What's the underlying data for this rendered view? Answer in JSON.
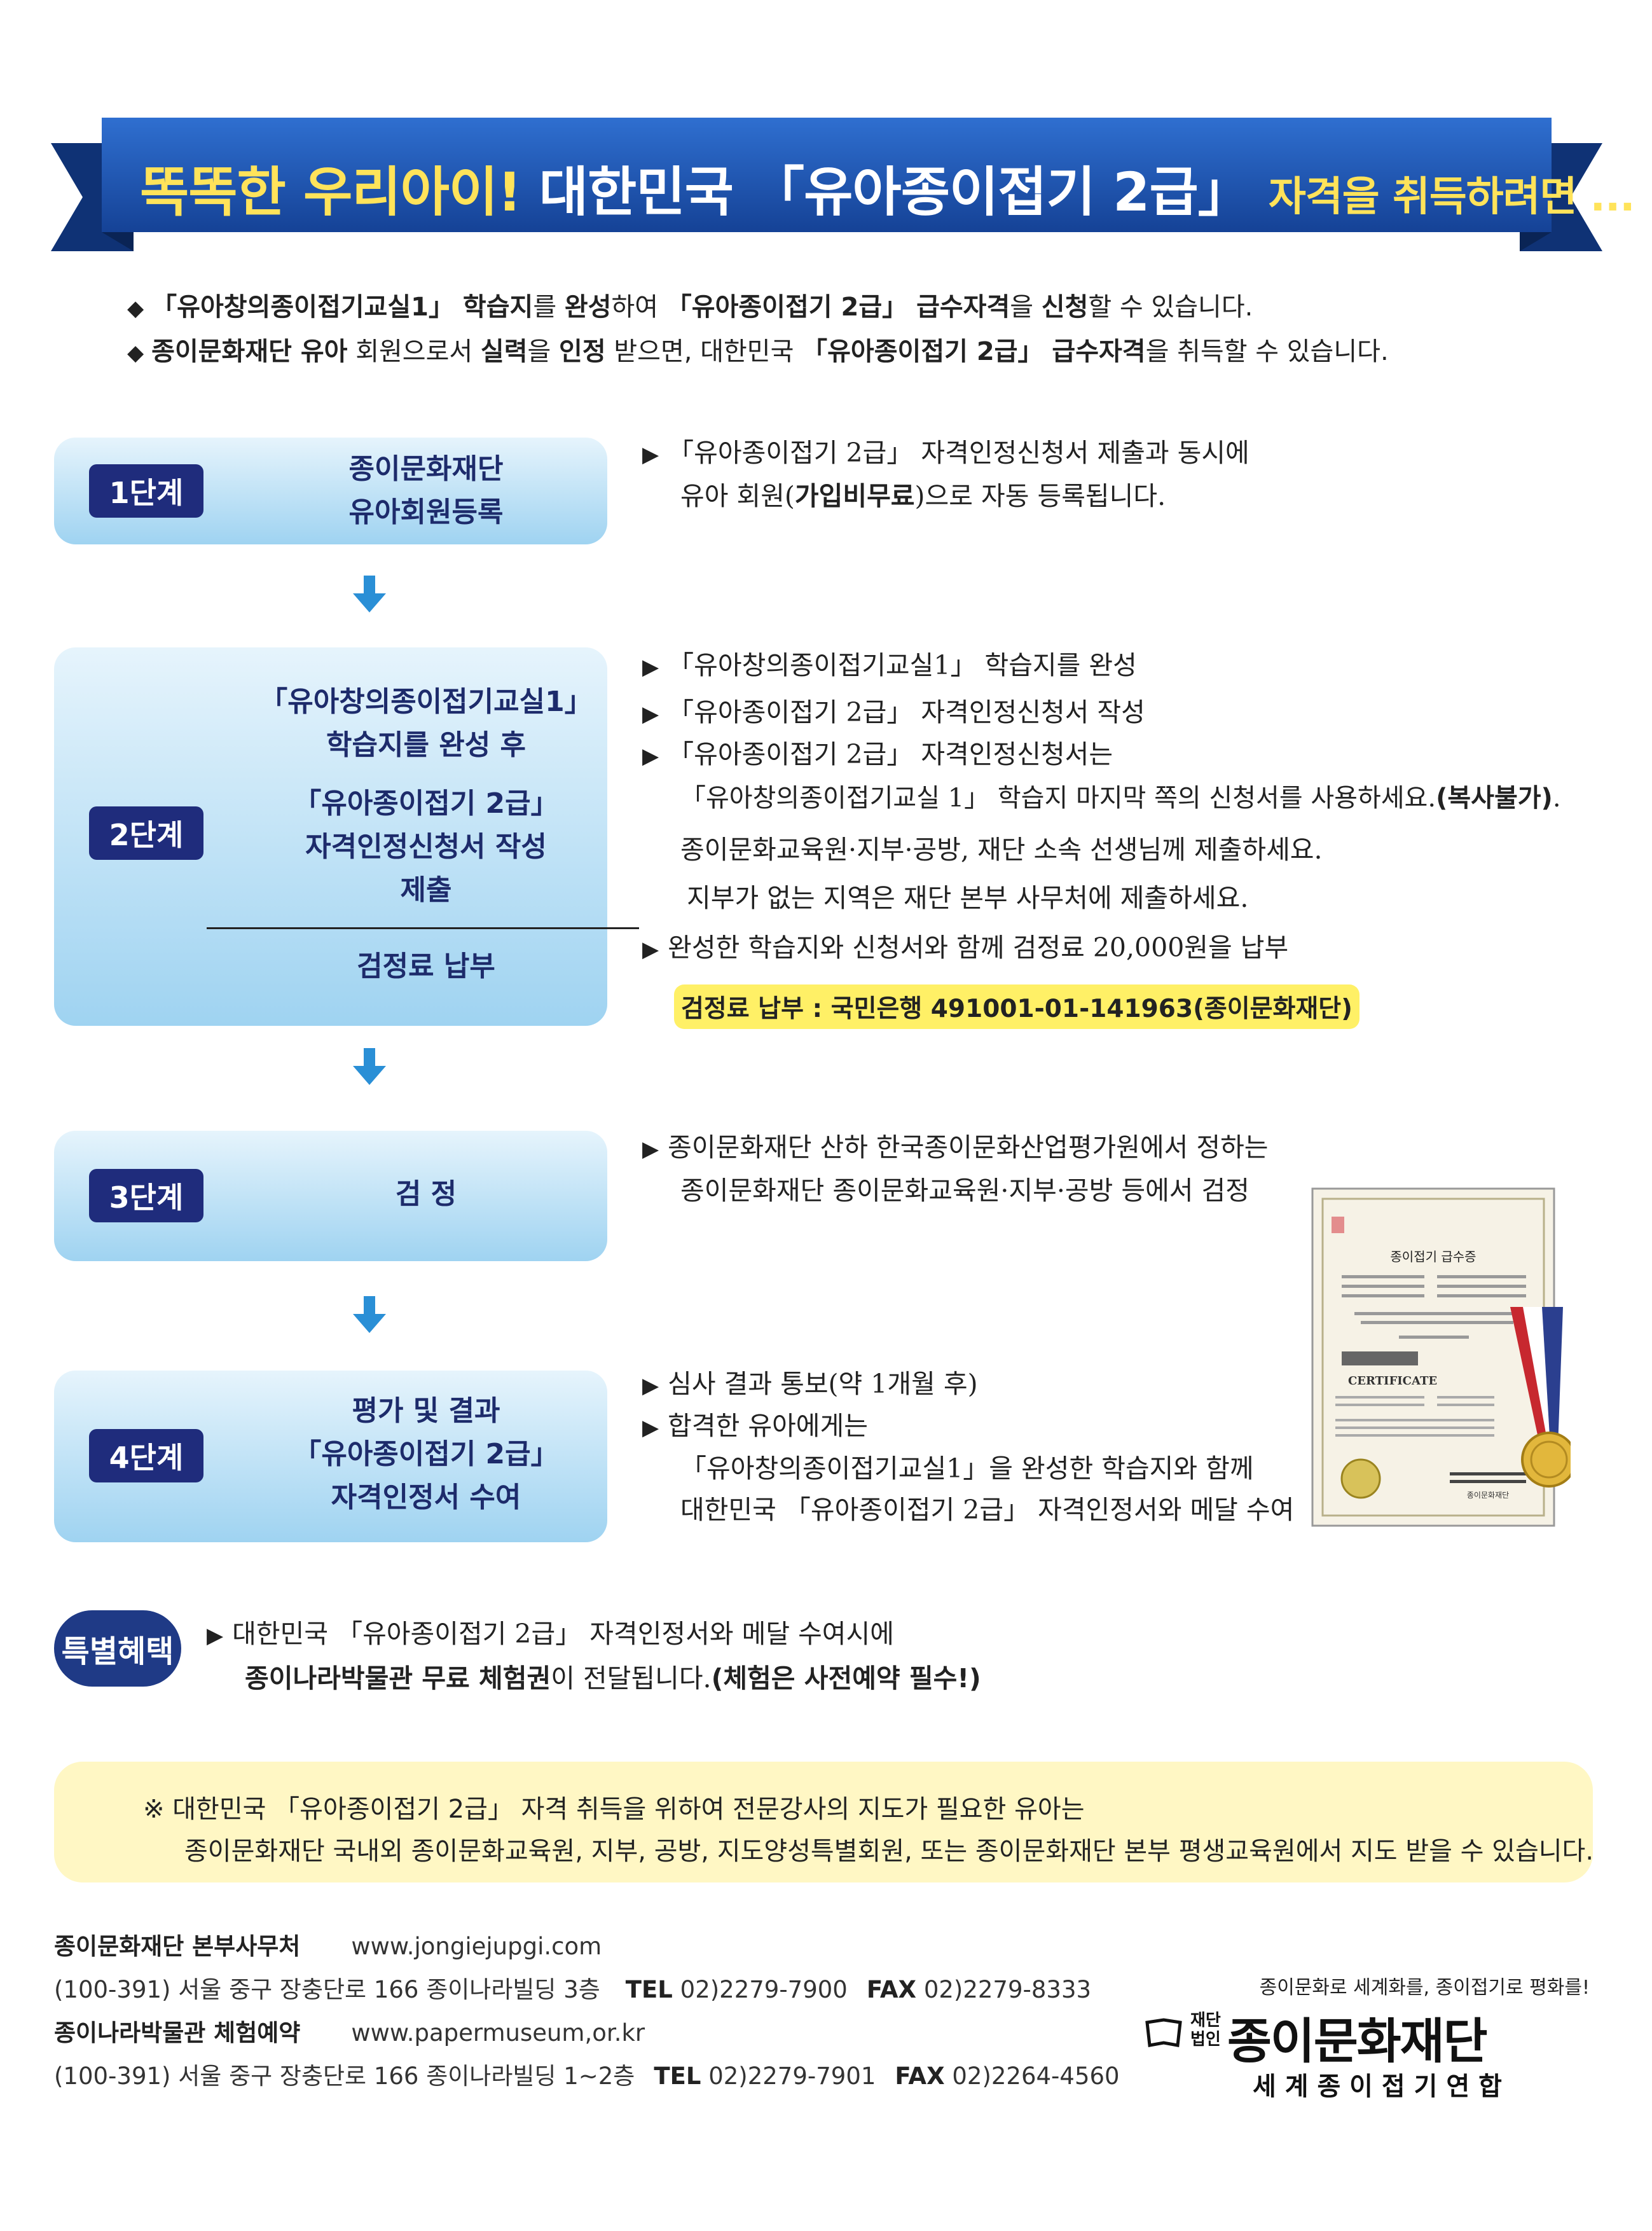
{
  "banner": {
    "part1": "똑똑한 우리아이! ",
    "part2": "대한민국 「유아종이접기 2급」 ",
    "part3": "자격을 취득하려면 ..."
  },
  "intro": {
    "l1": {
      "a": "「유아창의종이접기교실1」 학습지",
      "b": "를 ",
      "c": "완성",
      "d": "하여  ",
      "e": "「유아종이접기 2급」 급수자격",
      "f": "을 ",
      "g": "신청",
      "h": "할 수 있습니다."
    },
    "l2": {
      "a": "종이문화재단 유아",
      "b": " 회원으로서 ",
      "c": "실력",
      "d": "을 ",
      "e": "인정",
      "f": " 받으면, 대한민국 ",
      "g": "「유아종이접기 2급」 급수자격",
      "h": "을 취득할 수 있습니다."
    }
  },
  "stages": {
    "s1": {
      "badge": "1단계",
      "lines": [
        "종이문화재단",
        "유아회원등록"
      ]
    },
    "s2": {
      "badge": "2단계",
      "lines": [
        "「유아창의종이접기교실1」",
        "학습지를 완성 후",
        "「유아종이접기 2급」",
        "자격인정신청서 작성",
        "제출"
      ],
      "fee": "검정료 납부"
    },
    "s3": {
      "badge": "3단계",
      "title": "검 정"
    },
    "s4": {
      "badge": "4단계",
      "lines": [
        "평가 및 결과",
        "「유아종이접기 2급」",
        "자격인정서 수여"
      ]
    }
  },
  "right": {
    "s1": {
      "l1": "「유아종이접기 2급」 자격인정신청서 제출과 동시에",
      "l2a": "유아 회원(",
      "l2b": "가입비무료",
      "l2c": ")으로 자동 등록됩니다."
    },
    "s2": {
      "l1": "「유아창의종이접기교실1」 학습지를 완성",
      "l2": "「유아종이접기 2급」 자격인정신청서 작성",
      "l3": "「유아종이접기 2급」 자격인정신청서는",
      "l4a": "「유아창의종이접기교실 1」 학습지 마지막 쪽의 신청서를 사용하세요.",
      "l4b": "(복사불가)",
      "l4c": ".",
      "l5": "종이문화교육원·지부·공방, 재단 소속 선생님께 제출하세요.",
      "l6": "지부가 없는 지역은 재단 본부 사무처에 제출하세요.",
      "l7": "완성한 학습지와 신청서와 함께 검정료 20,000원을 납부",
      "fee_box": "검정료 납부 : 국민은행 491001-01-141963(종이문화재단)"
    },
    "s3": {
      "l1": "종이문화재단 산하 한국종이문화산업평가원에서 정하는",
      "l2": "종이문화재단 종이문화교육원·지부·공방 등에서 검정"
    },
    "s4": {
      "l1": "심사 결과 통보(약 1개월 후)",
      "l2": "합격한 유아에게는",
      "l3": "「유아창의종이접기교실1」을 완성한 학습지와 함께",
      "l4": "대한민국 「유아종이접기 2급」 자격인정서와 메달 수여"
    }
  },
  "certificate": {
    "heading": "종이접기 급수증",
    "en": "CERTIFICATE",
    "org": "종이문화재단"
  },
  "special": {
    "badge": "특별혜택",
    "l1": "대한민국 「유아종이접기 2급」 자격인정서와 메달 수여시에",
    "l2a": "종이나라박물관 무료 체험권",
    "l2b": "이 전달됩니다.",
    "l2c": "(체험은 사전예약 필수!)"
  },
  "note": {
    "l1": "※  대한민국 「유아종이접기 2급」 자격 취득을 위하여 전문강사의 지도가 필요한 유아는",
    "l2": "종이문화재단 국내외 종이문화교육원, 지부, 공방, 지도양성특별회원, 또는 종이문화재단 본부 평생교육원에서 지도 받을 수 있습니다."
  },
  "footer": {
    "org1": "종이문화재단 본부사무처",
    "web1": "www.jongiejupgi.com",
    "addr1": "(100-391) 서울 중구 장충단로 166 종이나라빌딩 3층",
    "tel_label": "TEL",
    "tel1": "02)2279-7900",
    "fax_label": "FAX",
    "fax1": "02)2279-8333",
    "org2": "종이나라박물관 체험예약",
    "web2": "www.papermuseum,or.kr",
    "addr2": "(100-391) 서울 중구 장충단로 166 종이나라빌딩 1~2층",
    "tel2": "02)2279-7901",
    "fax2": "02)2264-4560"
  },
  "logo": {
    "slogan": "종이문화로 세계화를, 종이접기로 평화를!",
    "tag_top": "재단",
    "tag_bottom": "법인",
    "name": "종이문화재단",
    "sub": "세 계 종 이 접 기 연 합"
  },
  "colors": {
    "banner_blue": "#1b4fa8",
    "badge_navy": "#1f2c7c",
    "stage_light": "#e6f4fc",
    "stage_dark": "#9fd3f1",
    "fee_yellow": "#fff066",
    "note_yellow": "#fff7c4",
    "arrow_blue": "#2a8fd6"
  }
}
